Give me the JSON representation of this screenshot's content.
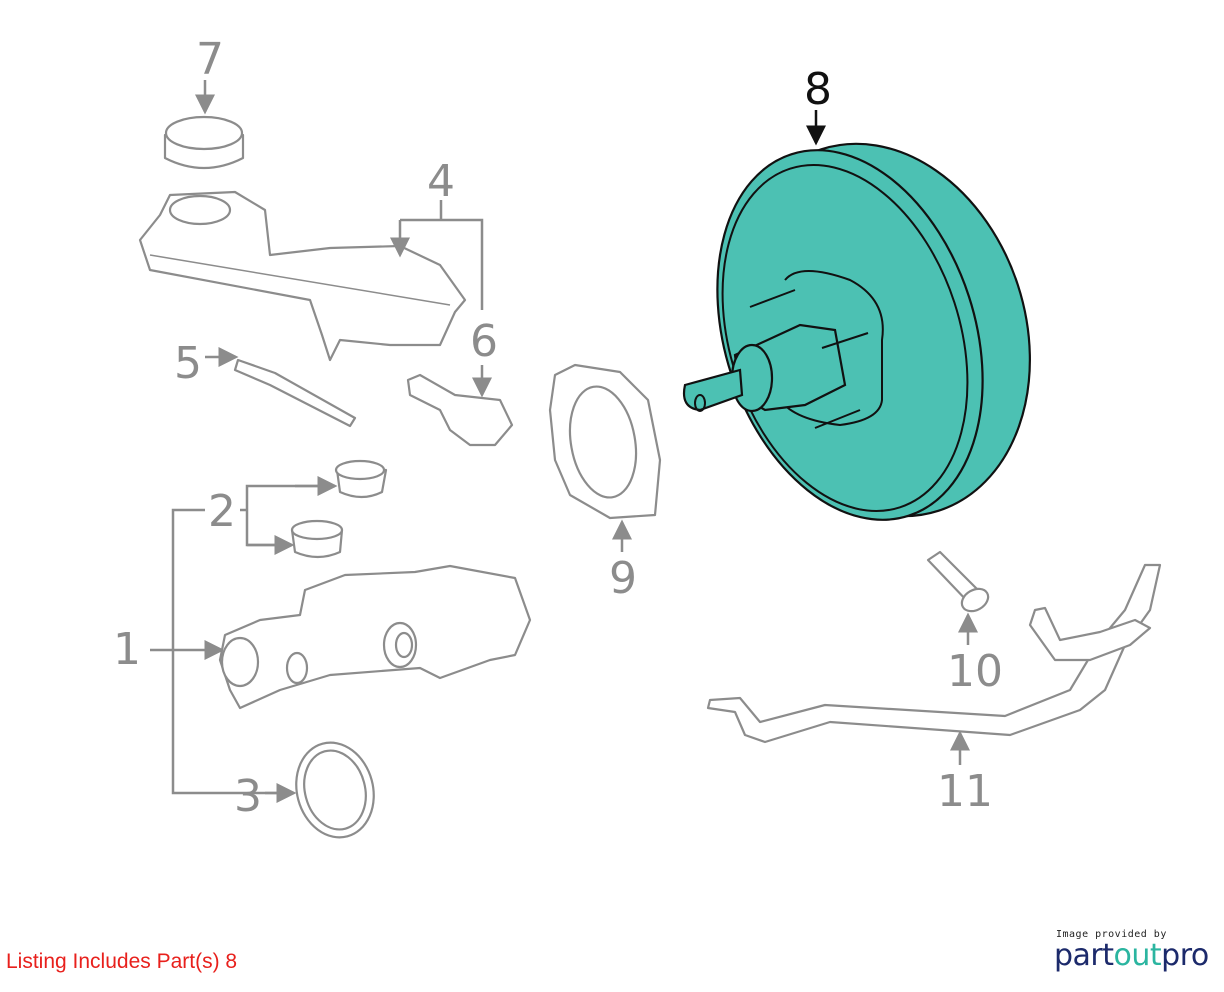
{
  "diagram": {
    "callouts": [
      "1",
      "2",
      "3",
      "4",
      "5",
      "6",
      "7",
      "8",
      "9",
      "10",
      "11"
    ],
    "highlighted_part": "8",
    "colors": {
      "highlight": "#4cc1b3",
      "line": "#8c8c8c",
      "footer": "#e8201c"
    }
  },
  "footer": {
    "listing_text": "Listing Includes Part(s) 8"
  },
  "credit": {
    "provided_by": "Image provided by",
    "logo_part1": "part",
    "logo_part2": "out",
    "logo_part3": "pro"
  }
}
